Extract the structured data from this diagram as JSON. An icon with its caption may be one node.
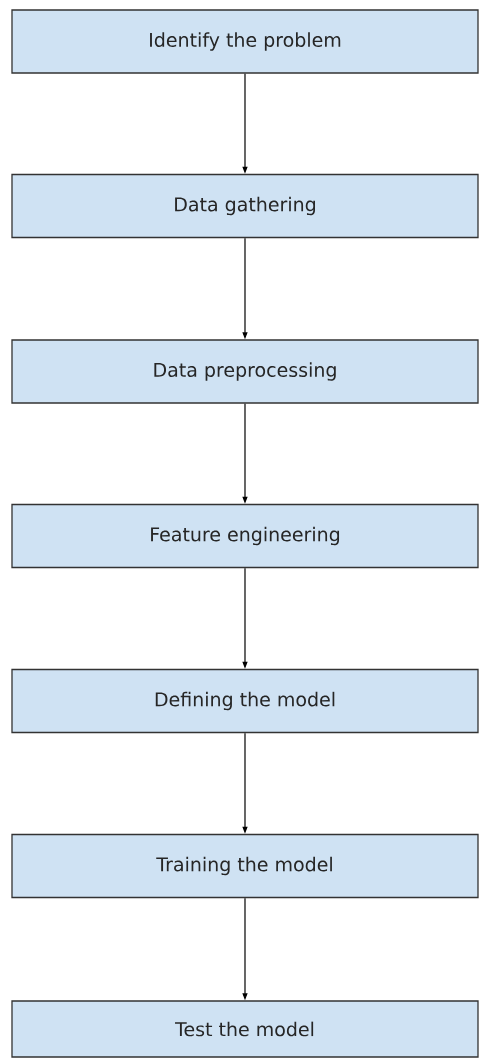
{
  "diagram": {
    "nodes": [
      {
        "text": [
          "Identify the problem"
        ]
      },
      {
        "text": [
          "Data gathering"
        ]
      },
      {
        "text": [
          "Data preprocessing"
        ]
      },
      {
        "text": [
          "Feature engineering"
        ]
      },
      {
        "text": [
          "Defining the model"
        ]
      },
      {
        "text": [
          "Training the model"
        ]
      },
      {
        "text": [
          "Test the model"
        ]
      }
    ],
    "edges": [
      {
        "from": 0,
        "to": 1,
        "arrow": "to"
      },
      {
        "from": 1,
        "to": 2,
        "arrow": "to"
      },
      {
        "from": 2,
        "to": 3,
        "arrow": "to"
      },
      {
        "from": 3,
        "to": 4,
        "arrow": "to"
      },
      {
        "from": 4,
        "to": 5,
        "arrow": "to"
      },
      {
        "from": 5,
        "to": 6,
        "arrow": "to"
      }
    ]
  }
}
